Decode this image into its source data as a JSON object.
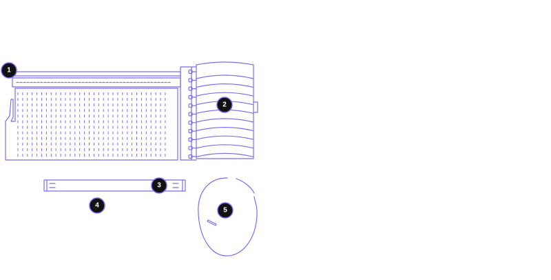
{
  "colors": {
    "line": "#7b6cf0",
    "marker_fill": "#111111",
    "marker_text": "#ffffff",
    "background": "#ffffff"
  },
  "callouts": [
    {
      "label": "1",
      "part": "keyboard"
    },
    {
      "label": "2",
      "part": "keyboard-side-panel"
    },
    {
      "label": "3",
      "part": "cable-strip-connector"
    },
    {
      "label": "4",
      "part": "cable-strip"
    },
    {
      "label": "5",
      "part": "mouse"
    }
  ]
}
